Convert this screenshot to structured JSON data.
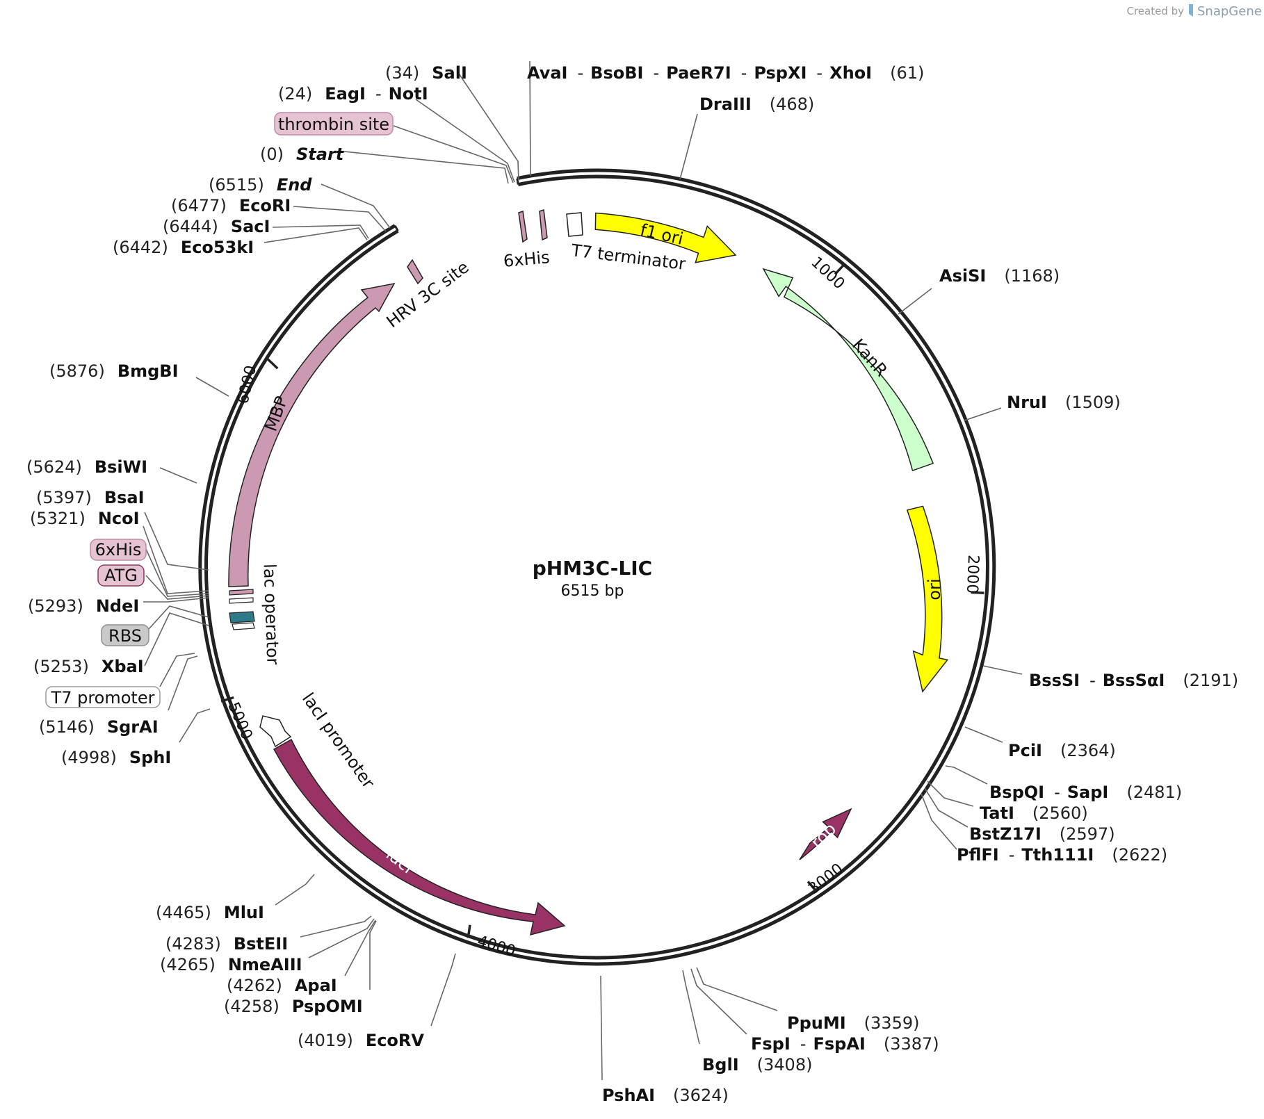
{
  "credit": {
    "prefix": "Created by",
    "brand": "SnapGene"
  },
  "plasmid": {
    "name": "pHM3C-LIC",
    "length_label": "6515 bp"
  },
  "ticks": [
    "1000",
    "2000",
    "3000",
    "4000",
    "5000",
    "6000"
  ],
  "features": [
    {
      "id": "f1ori",
      "label": "f1 ori",
      "color": "#ffff00",
      "label_color": "#111111"
    },
    {
      "id": "kanr",
      "label": "KanR",
      "color": "#ccffcc",
      "label_color": "#111111"
    },
    {
      "id": "ori",
      "label": "ori",
      "color": "#ffff00",
      "label_color": "#111111"
    },
    {
      "id": "rop",
      "label": "rop",
      "color": "#993366",
      "label_color": "#ffffff"
    },
    {
      "id": "laci",
      "label": "lacI",
      "color": "#993366",
      "label_color": "#ffffff"
    },
    {
      "id": "lacipromoter",
      "label": "lacI promoter",
      "color": "#ffffff",
      "label_color": "#111111"
    },
    {
      "id": "mbp",
      "label": "MBP",
      "color": "#cc99b2",
      "label_color": "#111111"
    },
    {
      "id": "hrv",
      "label": "HRV 3C site",
      "color": "#cc99b2",
      "label_color": "#111111"
    },
    {
      "id": "his6",
      "label": "6xHis",
      "color": "#cc99b2",
      "label_color": "#111111"
    },
    {
      "id": "t7term",
      "label": "T7 terminator",
      "color": "#ffffff",
      "label_color": "#111111"
    },
    {
      "id": "lacop",
      "label": "lac operator",
      "color": "#ffffff",
      "label_color": "#111111"
    },
    {
      "id": "rbs_feat",
      "color": "#2e7a8a"
    }
  ],
  "sites": [
    {
      "pos": "(34)",
      "names": [
        "SalI"
      ]
    },
    {
      "names": [
        "AvaI",
        "BsoBI",
        "PaeR7I",
        "PspXI",
        "XhoI"
      ],
      "pos": "(61)"
    },
    {
      "pos": "(24)",
      "names": [
        "EagI",
        "NotI"
      ]
    },
    {
      "box": "thrombin site"
    },
    {
      "pos": "(0)",
      "names": [
        "Start"
      ],
      "italic": true
    },
    {
      "names": [
        "DraIII"
      ],
      "pos": "(468)"
    },
    {
      "pos": "(6515)",
      "names": [
        "End"
      ],
      "italic": true
    },
    {
      "pos": "(6477)",
      "names": [
        "EcoRI"
      ]
    },
    {
      "pos": "(6444)",
      "names": [
        "SacI"
      ]
    },
    {
      "pos": "(6442)",
      "names": [
        "Eco53kI"
      ]
    },
    {
      "names": [
        "AsiSI"
      ],
      "pos": "(1168)"
    },
    {
      "pos": "(5876)",
      "names": [
        "BmgBI"
      ]
    },
    {
      "names": [
        "NruI"
      ],
      "pos": "(1509)"
    },
    {
      "pos": "(5624)",
      "names": [
        "BsiWI"
      ]
    },
    {
      "pos": "(5397)",
      "names": [
        "BsaI"
      ]
    },
    {
      "pos": "(5321)",
      "names": [
        "NcoI"
      ]
    },
    {
      "box": "6xHis"
    },
    {
      "box": "ATG"
    },
    {
      "pos": "(5293)",
      "names": [
        "NdeI"
      ]
    },
    {
      "box": "RBS"
    },
    {
      "pos": "(5253)",
      "names": [
        "XbaI"
      ]
    },
    {
      "box": "T7 promoter"
    },
    {
      "pos": "(5146)",
      "names": [
        "SgrAI"
      ]
    },
    {
      "pos": "(4998)",
      "names": [
        "SphI"
      ]
    },
    {
      "names": [
        "BssSI",
        "BssSαI"
      ],
      "pos": "(2191)"
    },
    {
      "names": [
        "PciI"
      ],
      "pos": "(2364)"
    },
    {
      "names": [
        "BspQI",
        "SapI"
      ],
      "pos": "(2481)"
    },
    {
      "names": [
        "TatI"
      ],
      "pos": "(2560)"
    },
    {
      "names": [
        "BstZ17I"
      ],
      "pos": "(2597)"
    },
    {
      "names": [
        "PflFI",
        "Tth111I"
      ],
      "pos": "(2622)"
    },
    {
      "pos": "(4465)",
      "names": [
        "MluI"
      ]
    },
    {
      "pos": "(4283)",
      "names": [
        "BstEII"
      ]
    },
    {
      "pos": "(4265)",
      "names": [
        "NmeAIII"
      ]
    },
    {
      "pos": "(4262)",
      "names": [
        "ApaI"
      ]
    },
    {
      "pos": "(4258)",
      "names": [
        "PspOMI"
      ]
    },
    {
      "pos": "(4019)",
      "names": [
        "EcoRV"
      ]
    },
    {
      "names": [
        "PpuMI"
      ],
      "pos": "(3359)"
    },
    {
      "names": [
        "FspI",
        "FspAI"
      ],
      "pos": "(3387)"
    },
    {
      "names": [
        "BglI"
      ],
      "pos": "(3408)"
    },
    {
      "names": [
        "PshAI"
      ],
      "pos": "(3624)"
    }
  ]
}
